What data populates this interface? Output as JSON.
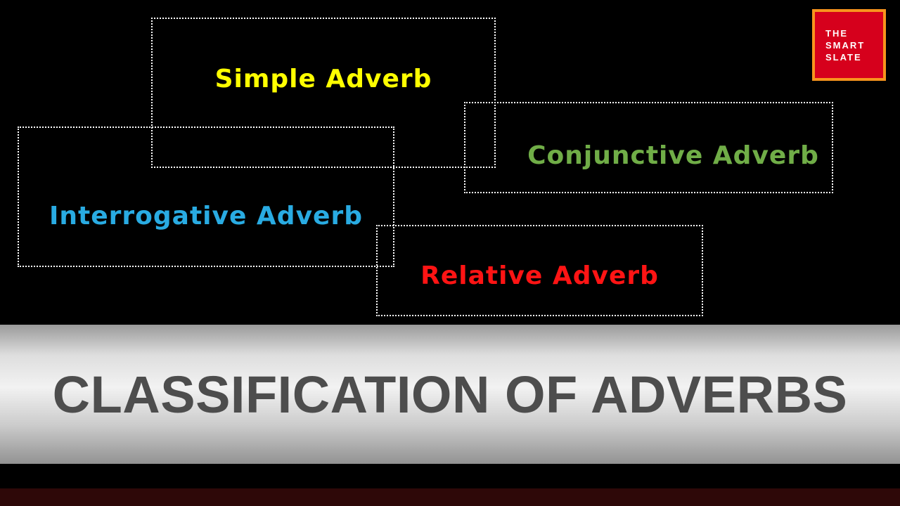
{
  "banner": {
    "title": "CLASSIFICATION OF ADVERBS"
  },
  "boxes": [
    {
      "id": "simple",
      "label": "Simple Adverb",
      "color": "#ffff00"
    },
    {
      "id": "interrogative",
      "label": "Interrogative Adverb",
      "color": "#29abe2"
    },
    {
      "id": "conjunctive",
      "label": "Conjunctive Adverb",
      "color": "#70ad47"
    },
    {
      "id": "relative",
      "label": "Relative Adverb",
      "color": "#ff1414"
    }
  ],
  "logo": {
    "lines": [
      "THE",
      "SMART",
      "SLATE"
    ]
  },
  "colors": {
    "background": "#000000",
    "box_border": "#ffffff",
    "banner_text": "#4d4d4d",
    "logo_background": "#d6001c",
    "logo_border": "#f7941d",
    "bottom_bar": "#2e0808"
  }
}
